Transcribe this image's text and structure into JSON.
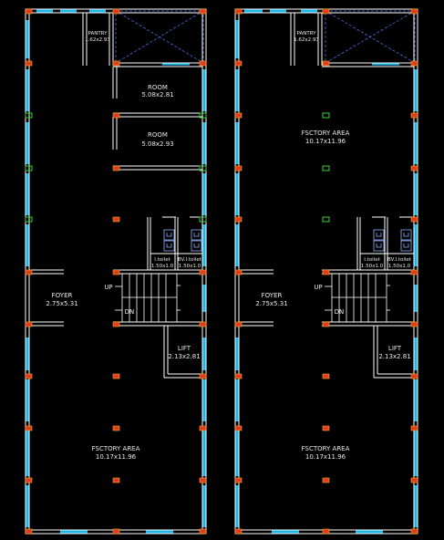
{
  "colors": {
    "background": "#000000",
    "wall": "#ffffff",
    "window": "#19b6e6",
    "column_red": "#e03a2a",
    "column_green": "#3bd13b",
    "dashed_void": "#4a6ee0",
    "text": "#e8e8e8"
  },
  "plans": [
    {
      "labels": {
        "pantry_name": "PANTRY",
        "pantry_size": "1.62x2.93",
        "room1_name": "ROOM",
        "room1_size": "5.08x2.81",
        "room2_name": "ROOM",
        "room2_size": "5.08x2.93",
        "toilet1_name": "I.toilet",
        "toilet1_size": "1.50x1.0",
        "toilet2_name": "BV.I.toilet",
        "toilet2_size": "1.50x1.0",
        "up": "UP",
        "dn": "DN",
        "foyer_name": "FOYER",
        "foyer_size": "2.75x5.31",
        "lift_name": "LIFT",
        "lift_size": "2.13x2.81",
        "factory_name": "FSCTORY AREA",
        "factory_size": "10.17x11.96"
      }
    },
    {
      "labels": {
        "pantry_name": "PANTRY",
        "pantry_size": "1.62x2.93",
        "factory_top_name": "FSCTORY AREA",
        "factory_top_size": "10.17x11.96",
        "toilet1_name": "I.toilet",
        "toilet1_size": "1.50x1.0",
        "toilet2_name": "BV.I.toilet",
        "toilet2_size": "1.50x1.0",
        "up": "UP",
        "dn": "DN",
        "foyer_name": "FOYER",
        "foyer_size": "2.75x5.31",
        "lift_name": "LIFT",
        "lift_size": "2.13x2.81",
        "factory_name": "FSCTORY AREA",
        "factory_size": "10.17x11.96"
      }
    }
  ]
}
